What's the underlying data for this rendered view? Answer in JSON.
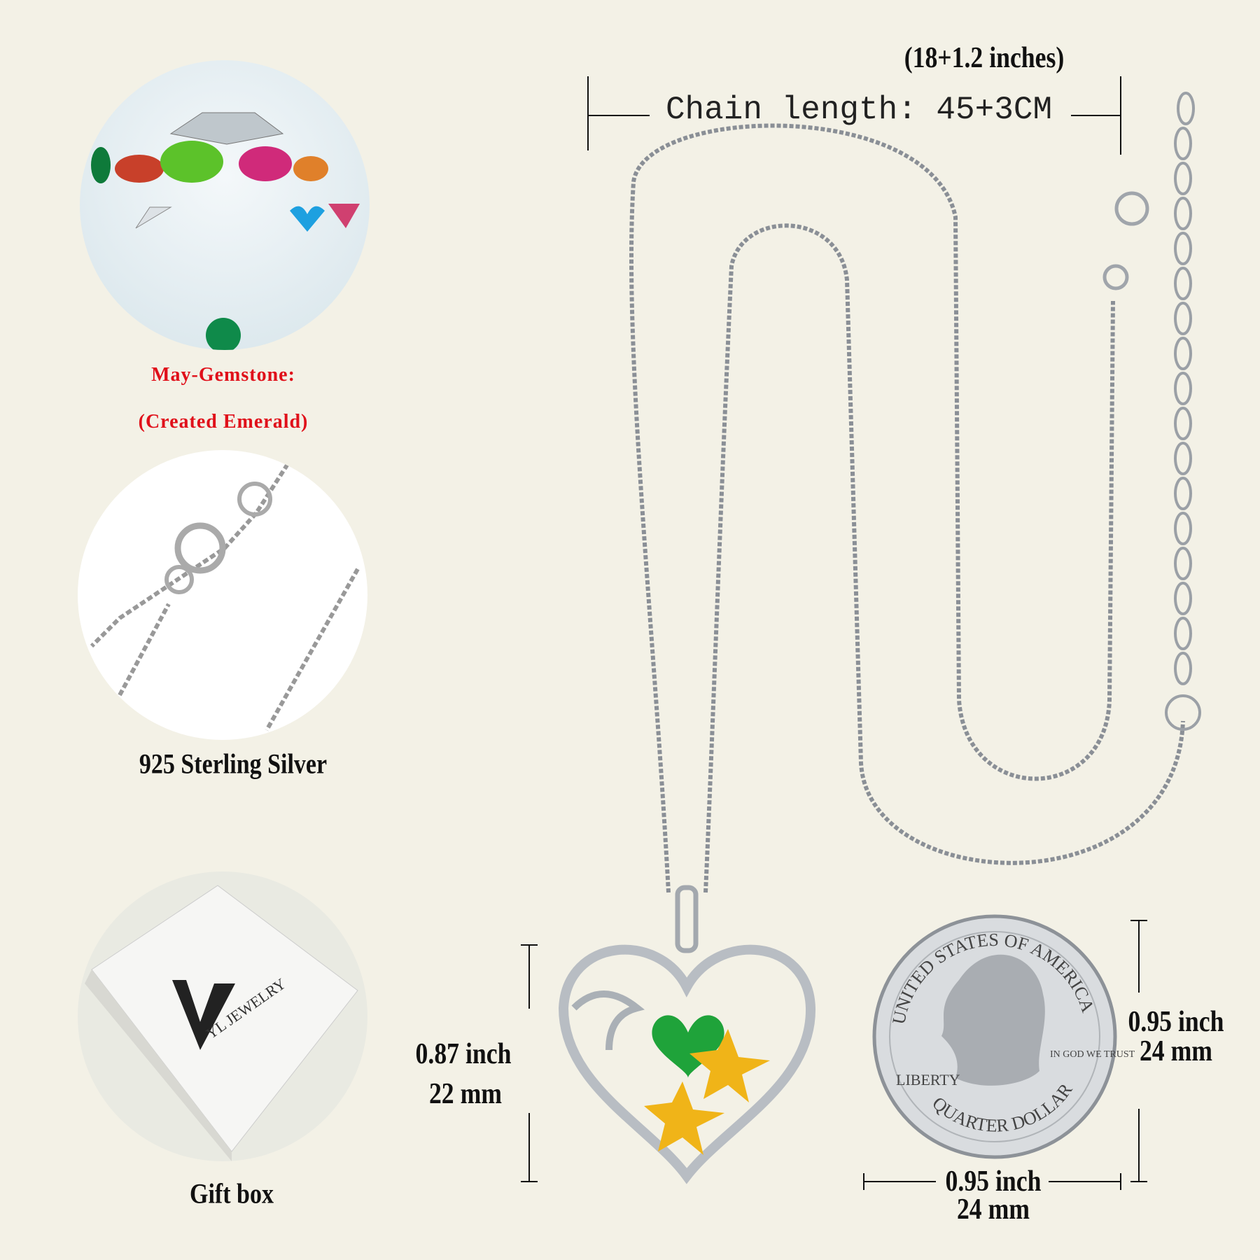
{
  "gemstone": {
    "title": "May-Gemstone:",
    "subtitle": "(Created Emerald)"
  },
  "material": {
    "label": "925 Sterling Silver"
  },
  "packaging": {
    "label": "Gift box",
    "brand": "YL JEWELRY"
  },
  "chain": {
    "inches": "(18+1.2 inches)",
    "length": "Chain length: 45+3CM"
  },
  "pendant": {
    "height_inch": "0.87 inch",
    "height_mm": "22 mm"
  },
  "coin": {
    "height_inch": "0.95 inch",
    "height_mm": "24 mm",
    "width_inch": "0.95 inch",
    "width_mm": "24 mm",
    "inscriptions": [
      "UNITED STATES OF AMERICA",
      "LIBERTY",
      "IN GOD WE TRUST",
      "QUARTER DOLLAR"
    ]
  },
  "colors": {
    "background": "#f3f1e6",
    "accent_red": "#e0101a",
    "emerald": "#1fa33a",
    "gold": "#f0b418",
    "silver": "#c8ccd2"
  }
}
